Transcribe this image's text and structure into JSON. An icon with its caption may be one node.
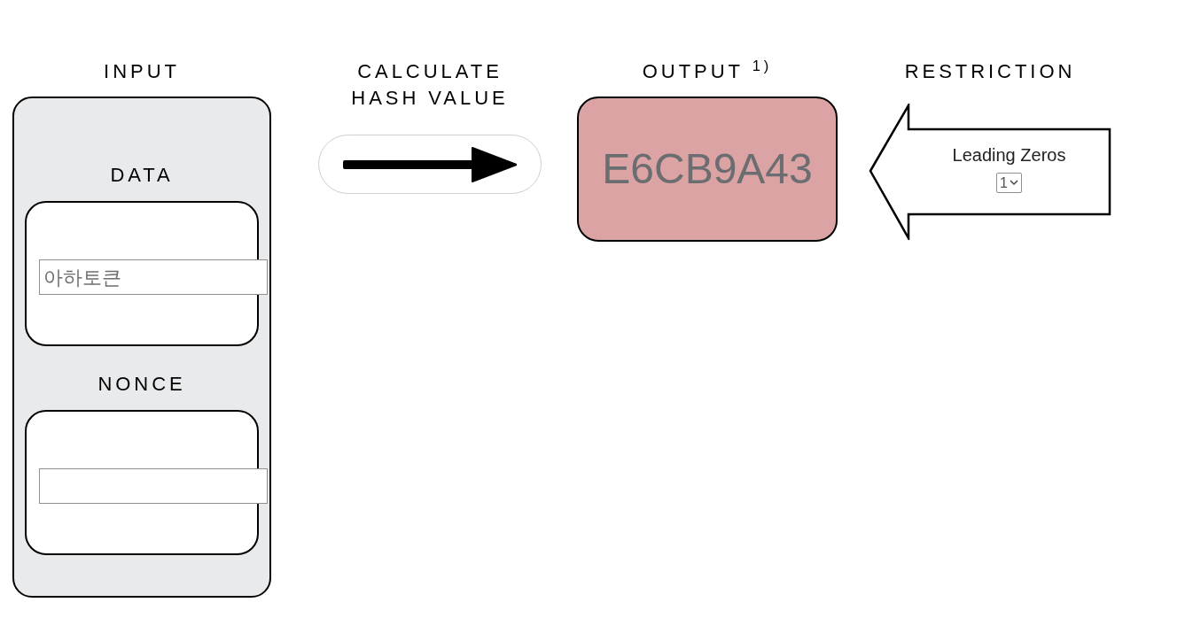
{
  "diagram": {
    "nodes": [
      {
        "text": [
          "INPUT"
        ]
      },
      {
        "text": [
          "DATA",
          "아하토큰"
        ],
        "in": 0
      },
      {
        "text": [
          "NONCE"
        ],
        "in": 0
      },
      {
        "text": [
          "CALCULATE HASH VALUE"
        ]
      },
      {
        "text": [
          "OUTPUT $^{1)}$",
          "E6CB9A43"
        ]
      },
      {
        "text": [
          "RESTRICTION",
          "Leading Zeros",
          "1"
        ]
      }
    ]
  }
}
